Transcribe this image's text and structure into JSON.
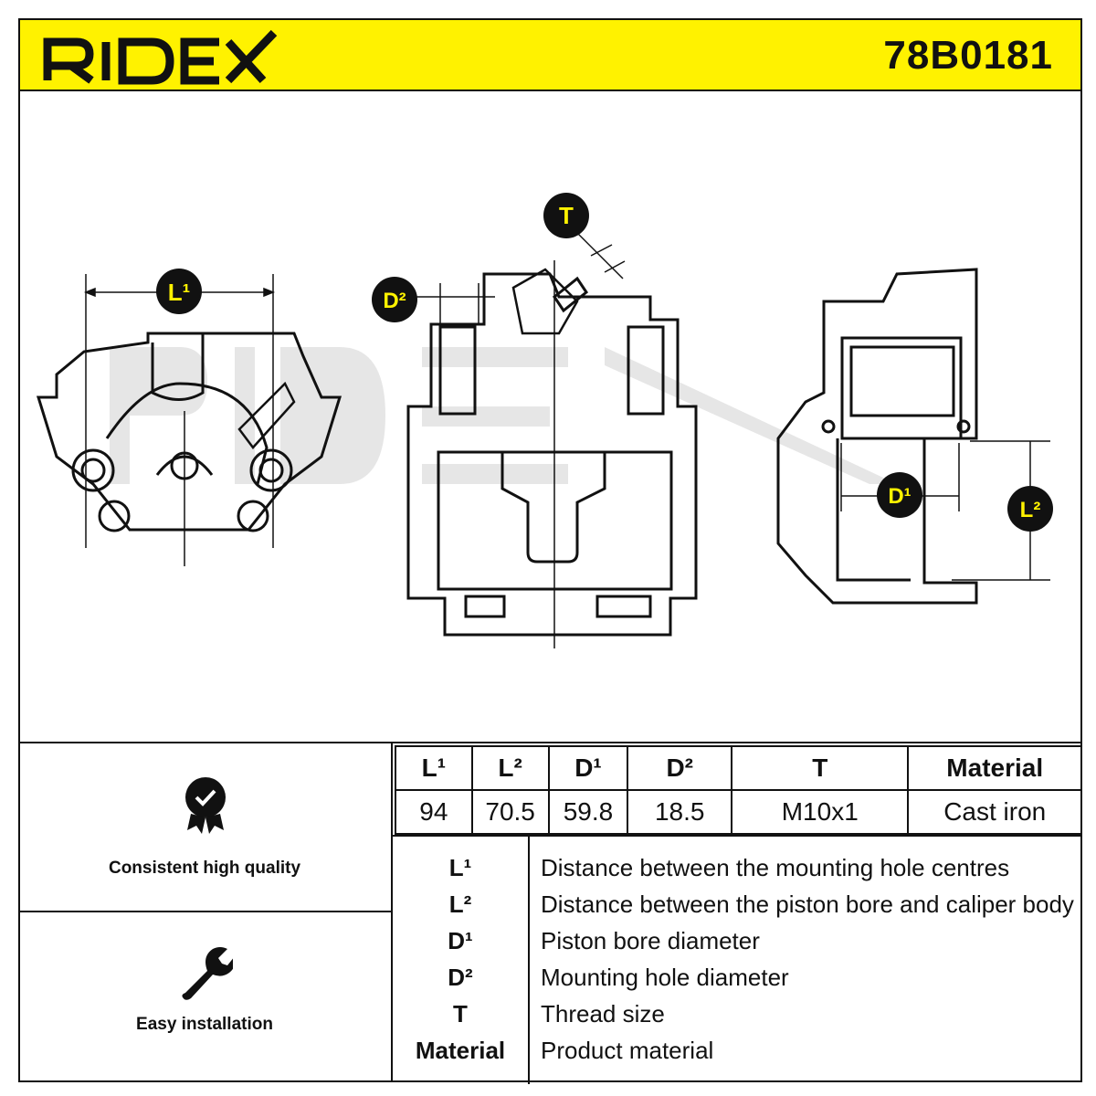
{
  "header": {
    "brand": "RIDEX",
    "part_number": "78B0181",
    "brand_color": "#fff200"
  },
  "drawing": {
    "watermark": "RIDEX",
    "callouts": {
      "l1": "L¹",
      "l2": "L²",
      "d1": "D¹",
      "d2": "D²",
      "t": "T"
    }
  },
  "features": [
    {
      "icon": "quality-badge-icon",
      "label": "Consistent high quality"
    },
    {
      "icon": "wrench-icon",
      "label": "Easy installation"
    }
  ],
  "spec_table": {
    "headers": [
      "L¹",
      "L²",
      "D¹",
      "D²",
      "T",
      "Material"
    ],
    "values": [
      "94",
      "70.5",
      "59.8",
      "18.5",
      "M10x1",
      "Cast iron"
    ]
  },
  "legend": [
    {
      "symbol": "L¹",
      "description": "Distance between the mounting hole centres"
    },
    {
      "symbol": "L²",
      "description": "Distance between the piston bore and caliper body"
    },
    {
      "symbol": "D¹",
      "description": "Piston bore diameter"
    },
    {
      "symbol": "D²",
      "description": "Mounting hole diameter"
    },
    {
      "symbol": "T",
      "description": "Thread size"
    },
    {
      "symbol": "Material",
      "description": "Product material"
    }
  ]
}
